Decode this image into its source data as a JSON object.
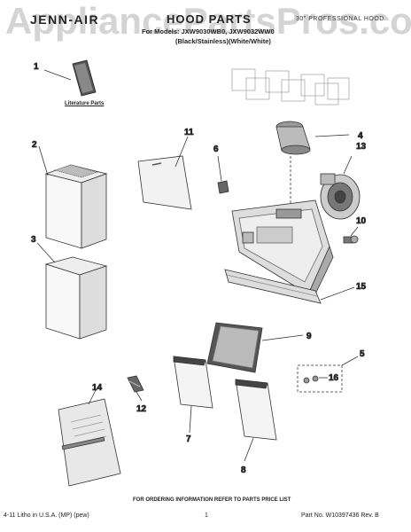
{
  "header": {
    "watermark": "AppliancePartsPros.com",
    "brand": "JENN-AIR",
    "title": "HOOD PARTS",
    "models": "For Models: JXW9030WB0, JXW9032WW0",
    "variants": "(Black/Stainless)(White/White)",
    "right_note": "30\" PROFESSIONAL HOOD"
  },
  "labels": {
    "literature_parts": "Literature Parts",
    "ordering_note": "FOR ORDERING INFORMATION REFER TO PARTS PRICE LIST"
  },
  "callouts": [
    "1",
    "2",
    "3",
    "4",
    "5",
    "6",
    "7",
    "8",
    "9",
    "10",
    "11",
    "12",
    "13",
    "14",
    "15",
    "16"
  ],
  "footer": {
    "left": "4-11 Litho in U.S.A. (MP) (pew)",
    "page": "1",
    "part_no": "Part No. W10397436 Rev. B"
  }
}
